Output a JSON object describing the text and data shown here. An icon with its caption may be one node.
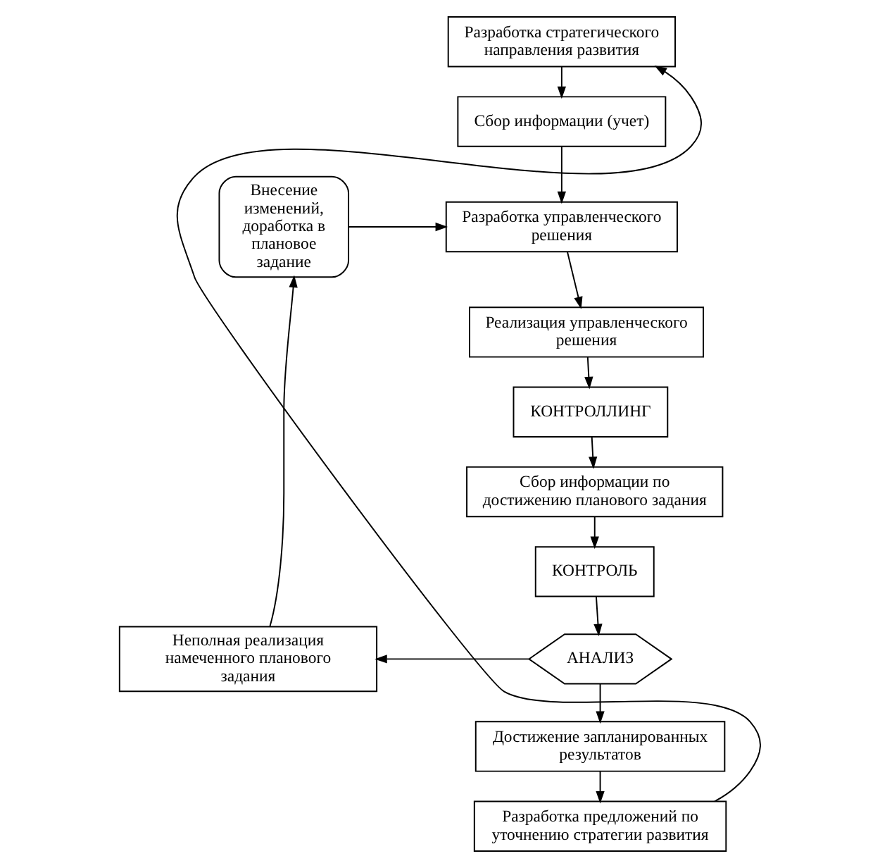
{
  "diagram": {
    "nodes": [
      {
        "text": [
          "Разработка стратегического направления развития"
        ]
      },
      {
        "text": [
          "Сбор информации (учет)"
        ]
      },
      {
        "text": [
          "Внесение изменений, доработка в плановое задание"
        ]
      },
      {
        "text": [
          "Разработка управленческого решения"
        ]
      },
      {
        "text": [
          "Реализация управленческого решения"
        ]
      },
      {
        "text": [
          "КОНТРОЛЛИНГ"
        ]
      },
      {
        "text": [
          "Сбор информации по достижению планового задания"
        ]
      },
      {
        "text": [
          "КОНТРОЛЬ"
        ]
      },
      {
        "text": [
          "Неполная реализация намеченного планового задания"
        ]
      },
      {
        "text": [
          "АНАЛИЗ"
        ]
      },
      {
        "text": [
          "Достижение запланированных результатов"
        ]
      },
      {
        "text": [
          "Разработка предложений по уточнению стратегии развития"
        ]
      }
    ],
    "edges": [
      {
        "from": 0,
        "to": 1,
        "arrow": "to"
      },
      {
        "from": 1,
        "to": 3,
        "arrow": "to"
      },
      {
        "from": 3,
        "to": 4,
        "arrow": "to"
      },
      {
        "from": 4,
        "to": 5,
        "arrow": "to"
      },
      {
        "from": 5,
        "to": 6,
        "arrow": "to"
      },
      {
        "from": 6,
        "to": 7,
        "arrow": "to"
      },
      {
        "from": 7,
        "to": 9,
        "arrow": "to"
      },
      {
        "from": 9,
        "to": 8,
        "arrow": "to"
      },
      {
        "from": 9,
        "to": 10,
        "arrow": "to"
      },
      {
        "from": 10,
        "to": 11,
        "arrow": "to"
      },
      {
        "from": 11,
        "to": 0,
        "arrow": "to"
      },
      {
        "from": 8,
        "to": 2,
        "arrow": "to"
      },
      {
        "from": 2,
        "to": 3,
        "arrow": "to"
      }
    ]
  }
}
